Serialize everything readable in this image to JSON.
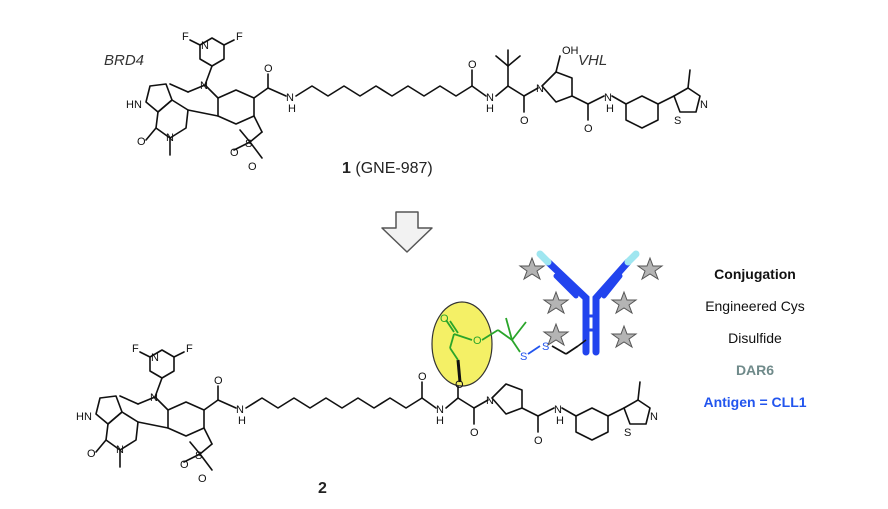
{
  "labels": {
    "brd4": "BRD4",
    "vhl": "VHL",
    "compound1_num": "1",
    "compound1_name": "(GNE-987)",
    "compound2_num": "2"
  },
  "conjugation": {
    "title": "Conjugation",
    "line1": "Engineered Cys",
    "line2": "Disulfide",
    "line3": "DAR6",
    "line4": "Antigen = CLL1"
  },
  "atoms": {
    "F": "F",
    "N": "N",
    "O": "O",
    "S": "S",
    "HN": "HN",
    "H": "H",
    "OH": "OH"
  },
  "colors": {
    "linker_green": "#2aa52a",
    "disulfide_blue": "#2255ee",
    "antibody_blue": "#2244ee",
    "antibody_light": "#9fe6f0",
    "star_gray": "#b4b4b4",
    "dar_gray": "#6f8a8a",
    "antigen_blue": "#2255ee",
    "ellipse_fill": "#f4f066"
  },
  "icons": [
    "down-arrow-icon",
    "antibody-icon",
    "payload-star-icon"
  ]
}
